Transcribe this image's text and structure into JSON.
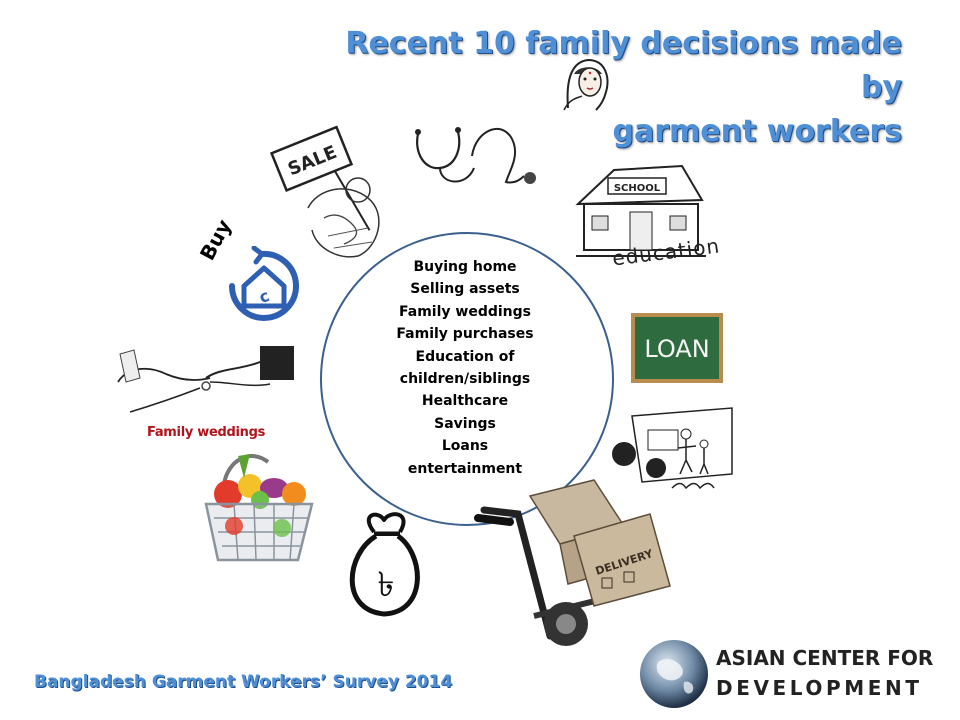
{
  "title": {
    "line1": "Recent 10 family decisions made by",
    "line2": "garment workers"
  },
  "decisions": [
    "Buying home",
    "Selling assets",
    "Family weddings",
    "Family purchases",
    "Education of",
    "children/siblings",
    "Healthcare",
    "Savings",
    "Loans",
    "entertainment"
  ],
  "labels": {
    "sale": "SALE",
    "buy": "Buy",
    "school": "SCHOOL",
    "education": "education",
    "loan": "LOAN",
    "family_weddings": "Family weddings",
    "delivery": "DELIVERY",
    "taka": "৳"
  },
  "footer": "Bangladesh Garment Workers’ Survey 2014",
  "org": {
    "line1": "ASIAN CENTER FOR",
    "line2": "DEVELOPMENT"
  },
  "colors": {
    "title_blue": "#4e8fd6",
    "circle": "#3b5f8e",
    "loan_board": "#2e6b3e",
    "wedding_red": "#b2131b",
    "house_blue": "#2f5fb3"
  }
}
